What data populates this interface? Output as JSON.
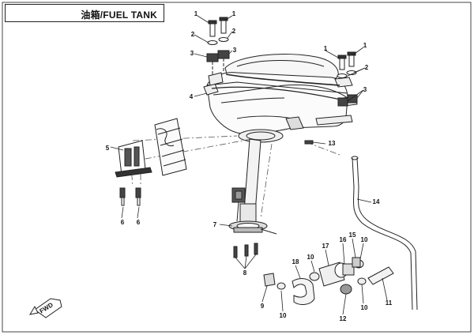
{
  "title": "油箱/FUEL TANK",
  "orientation": {
    "label": "FWD"
  },
  "callouts": [
    {
      "id": "c1a",
      "number": "1"
    },
    {
      "id": "c1b",
      "number": "1"
    },
    {
      "id": "c2a",
      "number": "2"
    },
    {
      "id": "c2b",
      "number": "2"
    },
    {
      "id": "c3a",
      "number": "3"
    },
    {
      "id": "c3b",
      "number": "3"
    },
    {
      "id": "c4",
      "number": "4"
    },
    {
      "id": "c1c",
      "number": "1"
    },
    {
      "id": "c1d",
      "number": "1"
    },
    {
      "id": "c2c",
      "number": "2"
    },
    {
      "id": "c3c",
      "number": "3"
    },
    {
      "id": "c5",
      "number": "5"
    },
    {
      "id": "c6a",
      "number": "6"
    },
    {
      "id": "c6b",
      "number": "6"
    },
    {
      "id": "c7",
      "number": "7"
    },
    {
      "id": "c8",
      "number": "8"
    },
    {
      "id": "c9",
      "number": "9"
    },
    {
      "id": "c10a",
      "number": "10"
    },
    {
      "id": "c10b",
      "number": "10"
    },
    {
      "id": "c10c",
      "number": "10"
    },
    {
      "id": "c10d",
      "number": "10"
    },
    {
      "id": "c11",
      "number": "11"
    },
    {
      "id": "c12",
      "number": "12"
    },
    {
      "id": "c13",
      "number": "13"
    },
    {
      "id": "c14",
      "number": "14"
    },
    {
      "id": "c15",
      "number": "15"
    },
    {
      "id": "c16",
      "number": "16"
    },
    {
      "id": "c17",
      "number": "17"
    },
    {
      "id": "c18",
      "number": "18"
    }
  ]
}
